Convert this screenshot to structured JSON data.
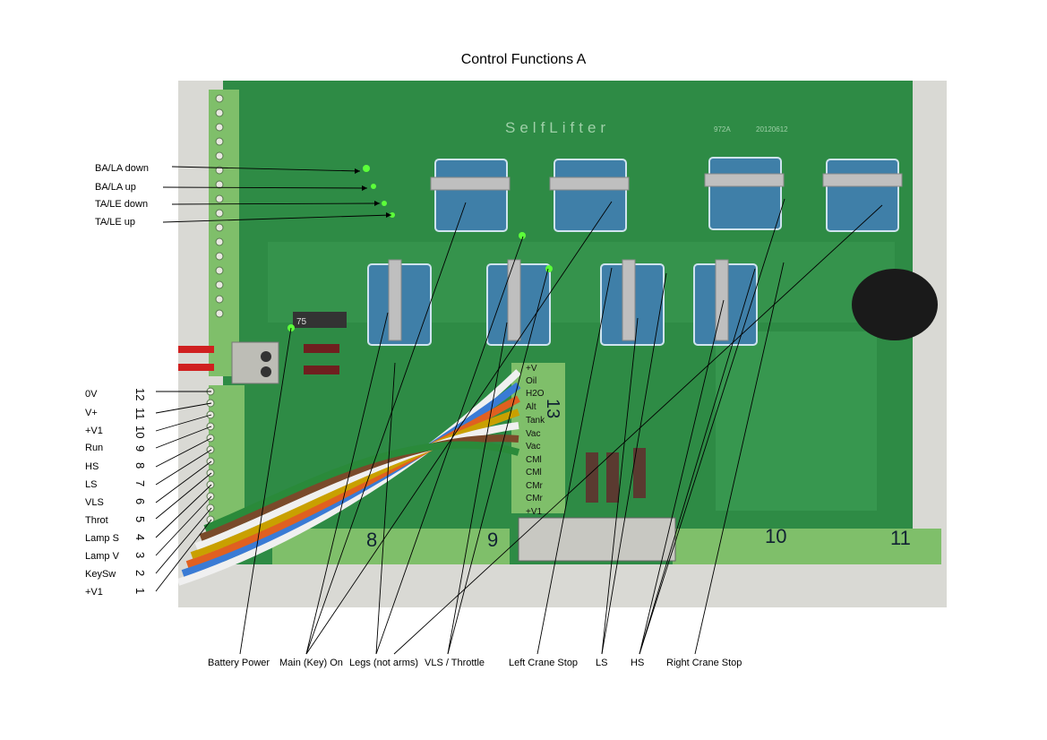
{
  "title": "Control Functions A",
  "board_text": {
    "brand": "SelfLifter",
    "part": "972A",
    "date": "20120612",
    "fuse": "75",
    "terminal_numbers": [
      "8",
      "9",
      "10",
      "11",
      "13"
    ]
  },
  "left_top_labels": [
    "BA/LA  down",
    "BA/LA  up",
    "TA/LE  down",
    "TA/LE  up"
  ],
  "left_pins": [
    {
      "label": "0V",
      "num": "12"
    },
    {
      "label": "V+",
      "num": "11"
    },
    {
      "label": "+V1",
      "num": "10"
    },
    {
      "label": "Run",
      "num": "9"
    },
    {
      "label": "HS",
      "num": "8"
    },
    {
      "label": "LS",
      "num": "7"
    },
    {
      "label": "VLS",
      "num": "6"
    },
    {
      "label": "Throt",
      "num": "5"
    },
    {
      "label": "Lamp S",
      "num": "4"
    },
    {
      "label": "Lamp V",
      "num": "3"
    },
    {
      "label": "KeySw",
      "num": "2"
    },
    {
      "label": "+V1",
      "num": "1"
    }
  ],
  "connector_labels": [
    "+V",
    "Oil",
    "H2O",
    "Alt",
    "Tank",
    "Vac",
    "Vac",
    "CMl",
    "CMl",
    "CMr",
    "CMr",
    "+V1"
  ],
  "bottom_labels": [
    "Battery Power",
    "Main (Key) On",
    "Legs (not arms)",
    "VLS / Throttle",
    "Left Crane Stop",
    "LS",
    "HS",
    "Right Crane Stop"
  ],
  "colors": {
    "pcb": "#2e8b45",
    "pcb_dark": "#1f6b33",
    "terminal": "#7fbf6a",
    "relay": "#3f7fa8",
    "led": "#5cff3a"
  }
}
